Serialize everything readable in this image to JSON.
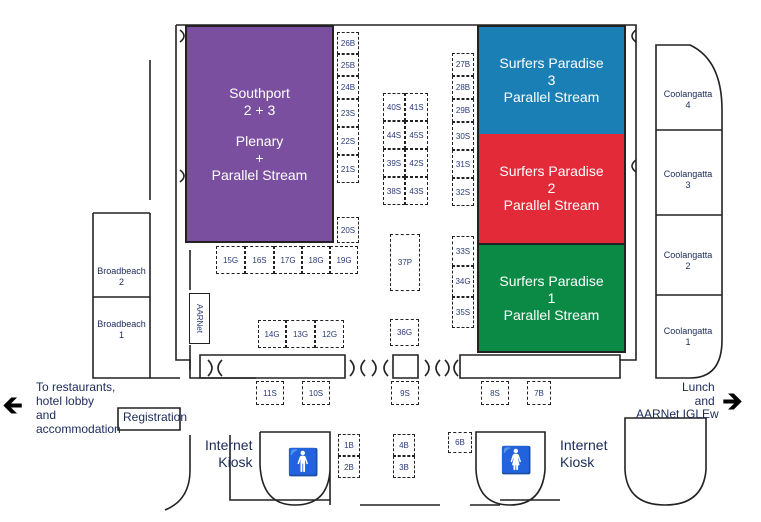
{
  "colors": {
    "southport": "#7b4fa0",
    "sp3": "#1a7fb5",
    "sp2": "#e22a38",
    "sp1": "#0b8a45"
  },
  "rooms": {
    "southport": [
      "Southport",
      "2 + 3",
      "",
      "Plenary",
      "+",
      "Parallel Stream"
    ],
    "sp3": [
      "Surfers Paradise",
      "3",
      "Parallel Stream"
    ],
    "sp2": [
      "Surfers Paradise",
      "2",
      "Parallel Stream"
    ],
    "sp1": [
      "Surfers Paradise",
      "1",
      "Parallel Stream"
    ]
  },
  "coolangatta": [
    {
      "name": "Coolangatta",
      "num": "4"
    },
    {
      "name": "Coolangatta",
      "num": "3"
    },
    {
      "name": "Coolangatta",
      "num": "2"
    },
    {
      "name": "Coolangatta",
      "num": "1"
    }
  ],
  "broadbeach": [
    {
      "name": "Broadbeach",
      "num": "2"
    },
    {
      "name": "Broadbeach",
      "num": "1"
    }
  ],
  "booths": {
    "b26": "26B",
    "b25": "25B",
    "b24": "24B",
    "s23": "23S",
    "s22": "22S",
    "s21": "21S",
    "s20": "20S",
    "b27": "27B",
    "b28": "28B",
    "b29": "29B",
    "s30": "30S",
    "s31": "31S",
    "s32": "32S",
    "s40": "40S",
    "s41": "41S",
    "s44": "44S",
    "s45": "45S",
    "s39": "39S",
    "s42": "42S",
    "s38": "38S",
    "s43": "43S",
    "p37": "37P",
    "s33": "33S",
    "g34": "34G",
    "s35": "35S",
    "g15": "15G",
    "s16": "16S",
    "g17": "17G",
    "g18": "18G",
    "g19": "19G",
    "g14": "14G",
    "g13": "13G",
    "g12": "12G",
    "g36": "36G",
    "s11": "11S",
    "s10": "10S",
    "s9": "9S",
    "s8": "8S",
    "b7": "7B",
    "b1": "1B",
    "b2": "2B",
    "b4": "4B",
    "b3": "3B",
    "b6": "6B"
  },
  "aarnet_booth": "AARNet",
  "labels": {
    "restaurants": [
      "To restaurants,",
      "hotel lobby",
      "and",
      "accommodation"
    ],
    "registration": "Registration",
    "kiosk_left": [
      "Internet",
      "Kiosk"
    ],
    "kiosk_right": [
      "Internet",
      "Kiosk"
    ],
    "lunch": [
      "Lunch",
      "and"
    ],
    "aarnet_iglew": "AARNet IGLEw"
  },
  "icons": {
    "left_arrow": "arrow-left-icon",
    "right_arrow": "arrow-right-icon",
    "male": "male-toilet-icon",
    "female": "female-toilet-icon"
  }
}
